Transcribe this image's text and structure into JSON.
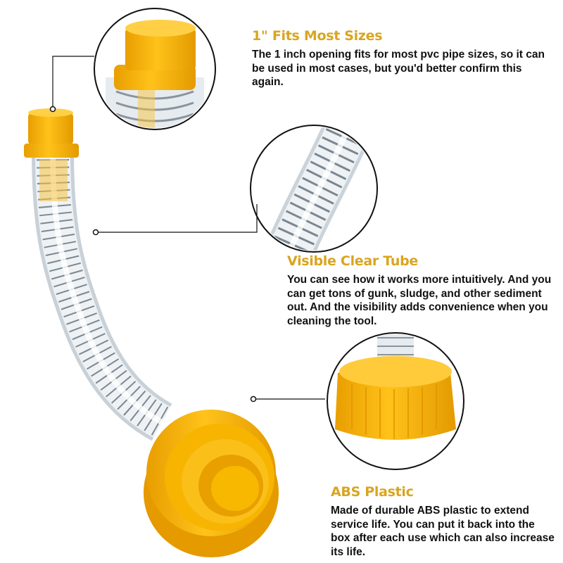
{
  "colors": {
    "accent_title": "#D9A520",
    "cap_yellow": "#F6B000",
    "cap_shadow": "#D99200",
    "tube": "#DDE3E8",
    "text": "#111111"
  },
  "features": [
    {
      "title": "1\" Fits Most Sizes",
      "body": "The 1 inch opening fits for most pvc pipe sizes, so it can be used in most cases, but you'd better confirm this again."
    },
    {
      "title": "Visible Clear Tube",
      "body": "You can see how it works more intuitively. And you can get tons of gunk, sludge, and other sediment out. And the visibility adds convenience when you cleaning the tool."
    },
    {
      "title": "ABS Plastic",
      "body": "Made of durable ABS plastic to extend service life. You can put it back into the box after each use which can also increase its life."
    }
  ]
}
